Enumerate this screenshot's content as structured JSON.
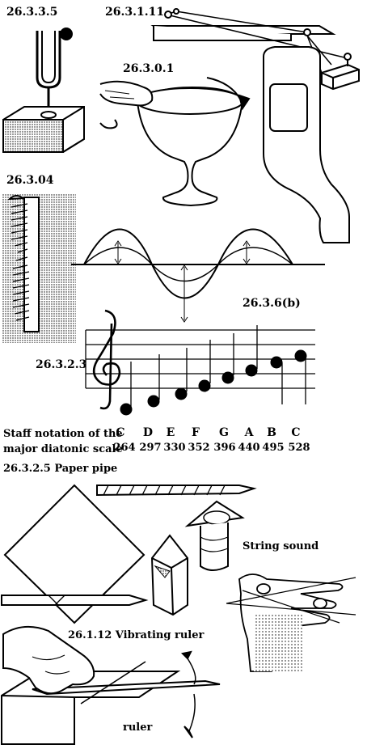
{
  "labels": {
    "tuning_fork": "26.3.3.5",
    "monochord": "26.3.1.11",
    "wine_glass": "26.3.0.1",
    "comb": "26.3.04",
    "wave_fig": "26.3.6(b)",
    "staff_fig": "26.3.2.3",
    "staff_caption_1": "Staff notation of the",
    "staff_caption_2": "major diatonic scale",
    "paper_pipe": "26.3.2.5 Paper pipe",
    "string_sound": "String sound",
    "vibrating_ruler": "26.1.12 Vibrating ruler",
    "ruler": "ruler"
  },
  "scale": {
    "notes": [
      "C",
      "D",
      "E",
      "F",
      "G",
      "A",
      "B",
      "C"
    ],
    "frequencies": [
      "264",
      "297",
      "330",
      "352",
      "396",
      "440",
      "495",
      "528"
    ]
  }
}
